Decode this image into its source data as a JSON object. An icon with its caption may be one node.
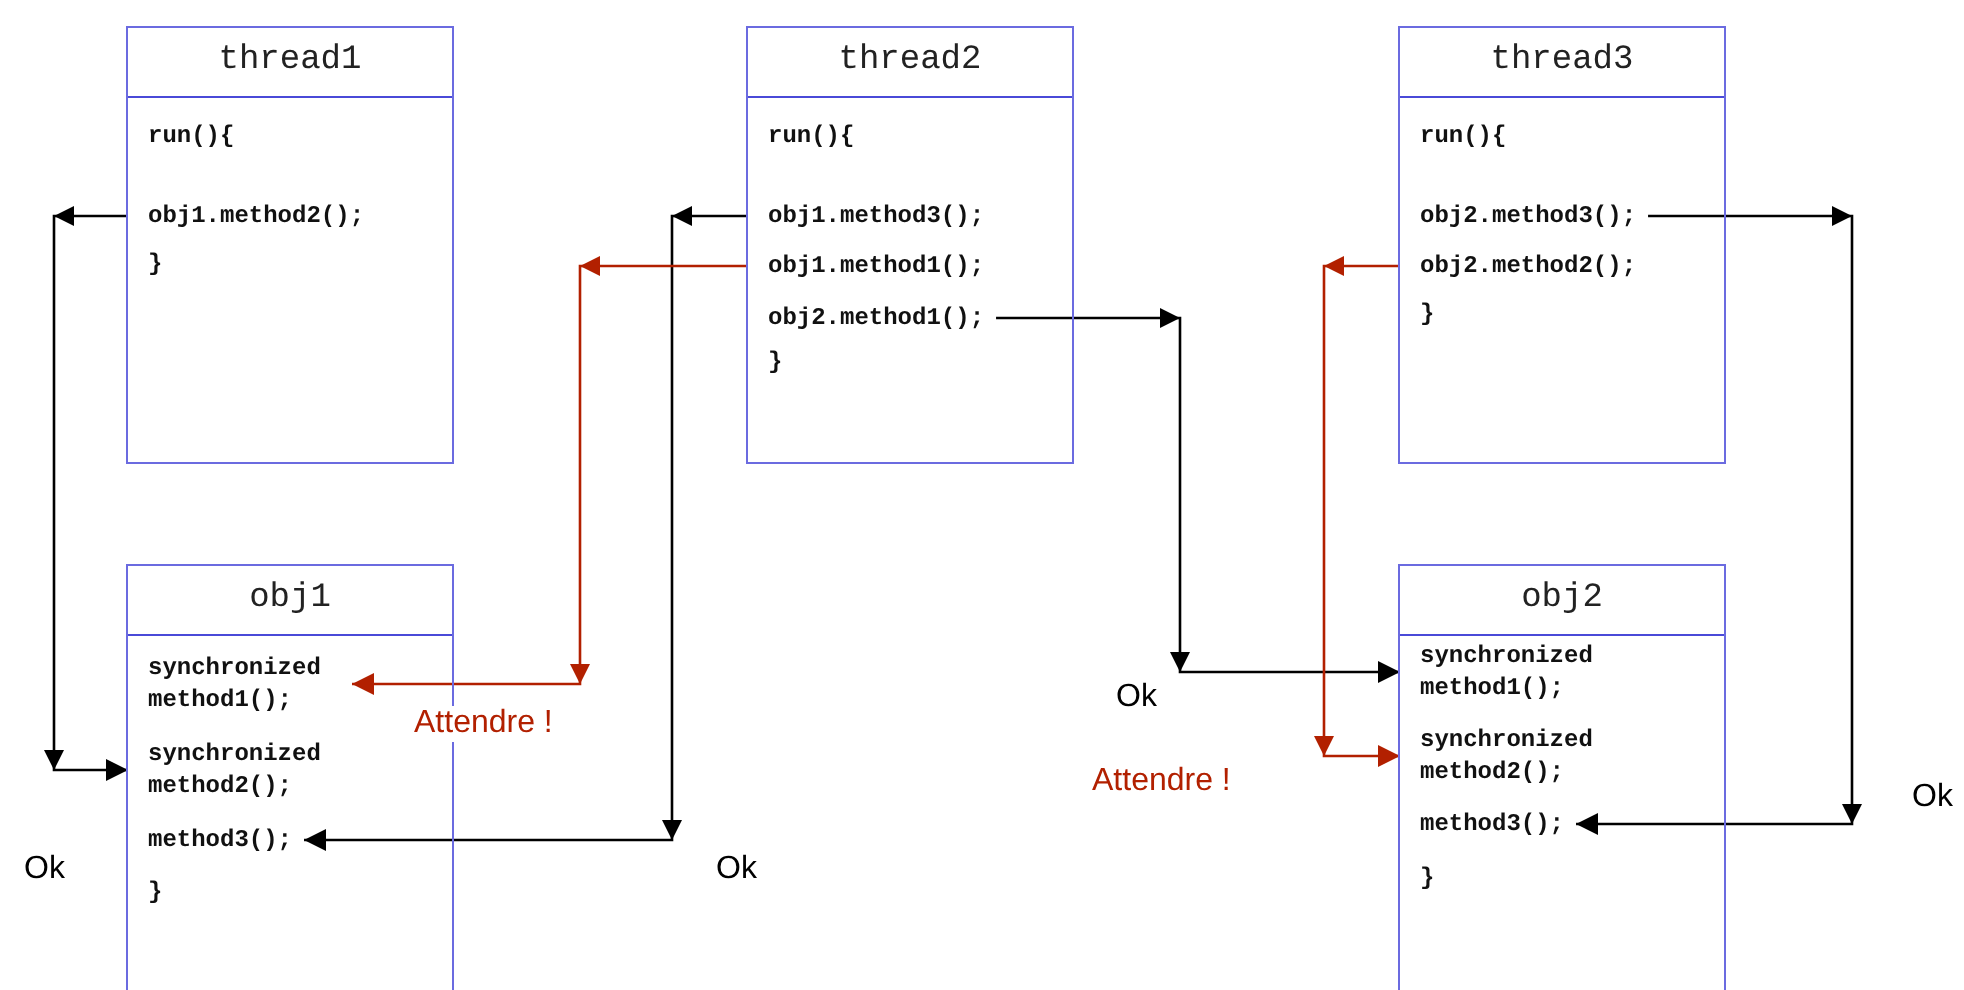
{
  "diagram": {
    "nodes": [
      {
        "text": [
          "thread1",
          "run(){",
          "}"
        ]
      },
      {
        "text": [
          "obj1.method2();"
        ],
        "in": 0
      },
      {
        "text": [
          "thread2",
          "run(){",
          "}"
        ]
      },
      {
        "text": [
          "obj1.method3();"
        ],
        "in": 2
      },
      {
        "text": [
          "obj1.method1();"
        ],
        "in": 2
      },
      {
        "text": [
          "obj2.method1();"
        ],
        "in": 2
      },
      {
        "text": [
          "thread3",
          "run(){",
          "}"
        ]
      },
      {
        "text": [
          "obj2.method3();"
        ],
        "in": 6
      },
      {
        "text": [
          "obj2.method2();"
        ],
        "in": 6
      },
      {
        "text": [
          "obj1",
          "}"
        ]
      },
      {
        "text": [
          "synchronized method1();"
        ],
        "in": 9
      },
      {
        "text": [
          "synchronized method2();"
        ],
        "in": 9
      },
      {
        "text": [
          "method3();"
        ],
        "in": 9
      },
      {
        "text": [
          "obj2",
          "}"
        ]
      },
      {
        "text": [
          "synchronized method1();"
        ],
        "in": 13
      },
      {
        "text": [
          "synchronized method2();"
        ],
        "in": 13
      },
      {
        "text": [
          "method3();"
        ],
        "in": 13
      }
    ],
    "edges": [
      {
        "from": 1,
        "to": 11,
        "arrow": "to",
        "label": "Ok"
      },
      {
        "from": 3,
        "to": 12,
        "arrow": "to",
        "label": "Ok"
      },
      {
        "from": 4,
        "to": 10,
        "arrow": "to",
        "label": "Attendre !",
        "color": "#b22000"
      },
      {
        "from": 5,
        "to": 14,
        "arrow": "to",
        "label": "Ok"
      },
      {
        "from": 8,
        "to": 15,
        "arrow": "to",
        "label": "Attendre !",
        "color": "#b22000"
      },
      {
        "from": 7,
        "to": 16,
        "arrow": "to",
        "label": "Ok"
      }
    ]
  }
}
